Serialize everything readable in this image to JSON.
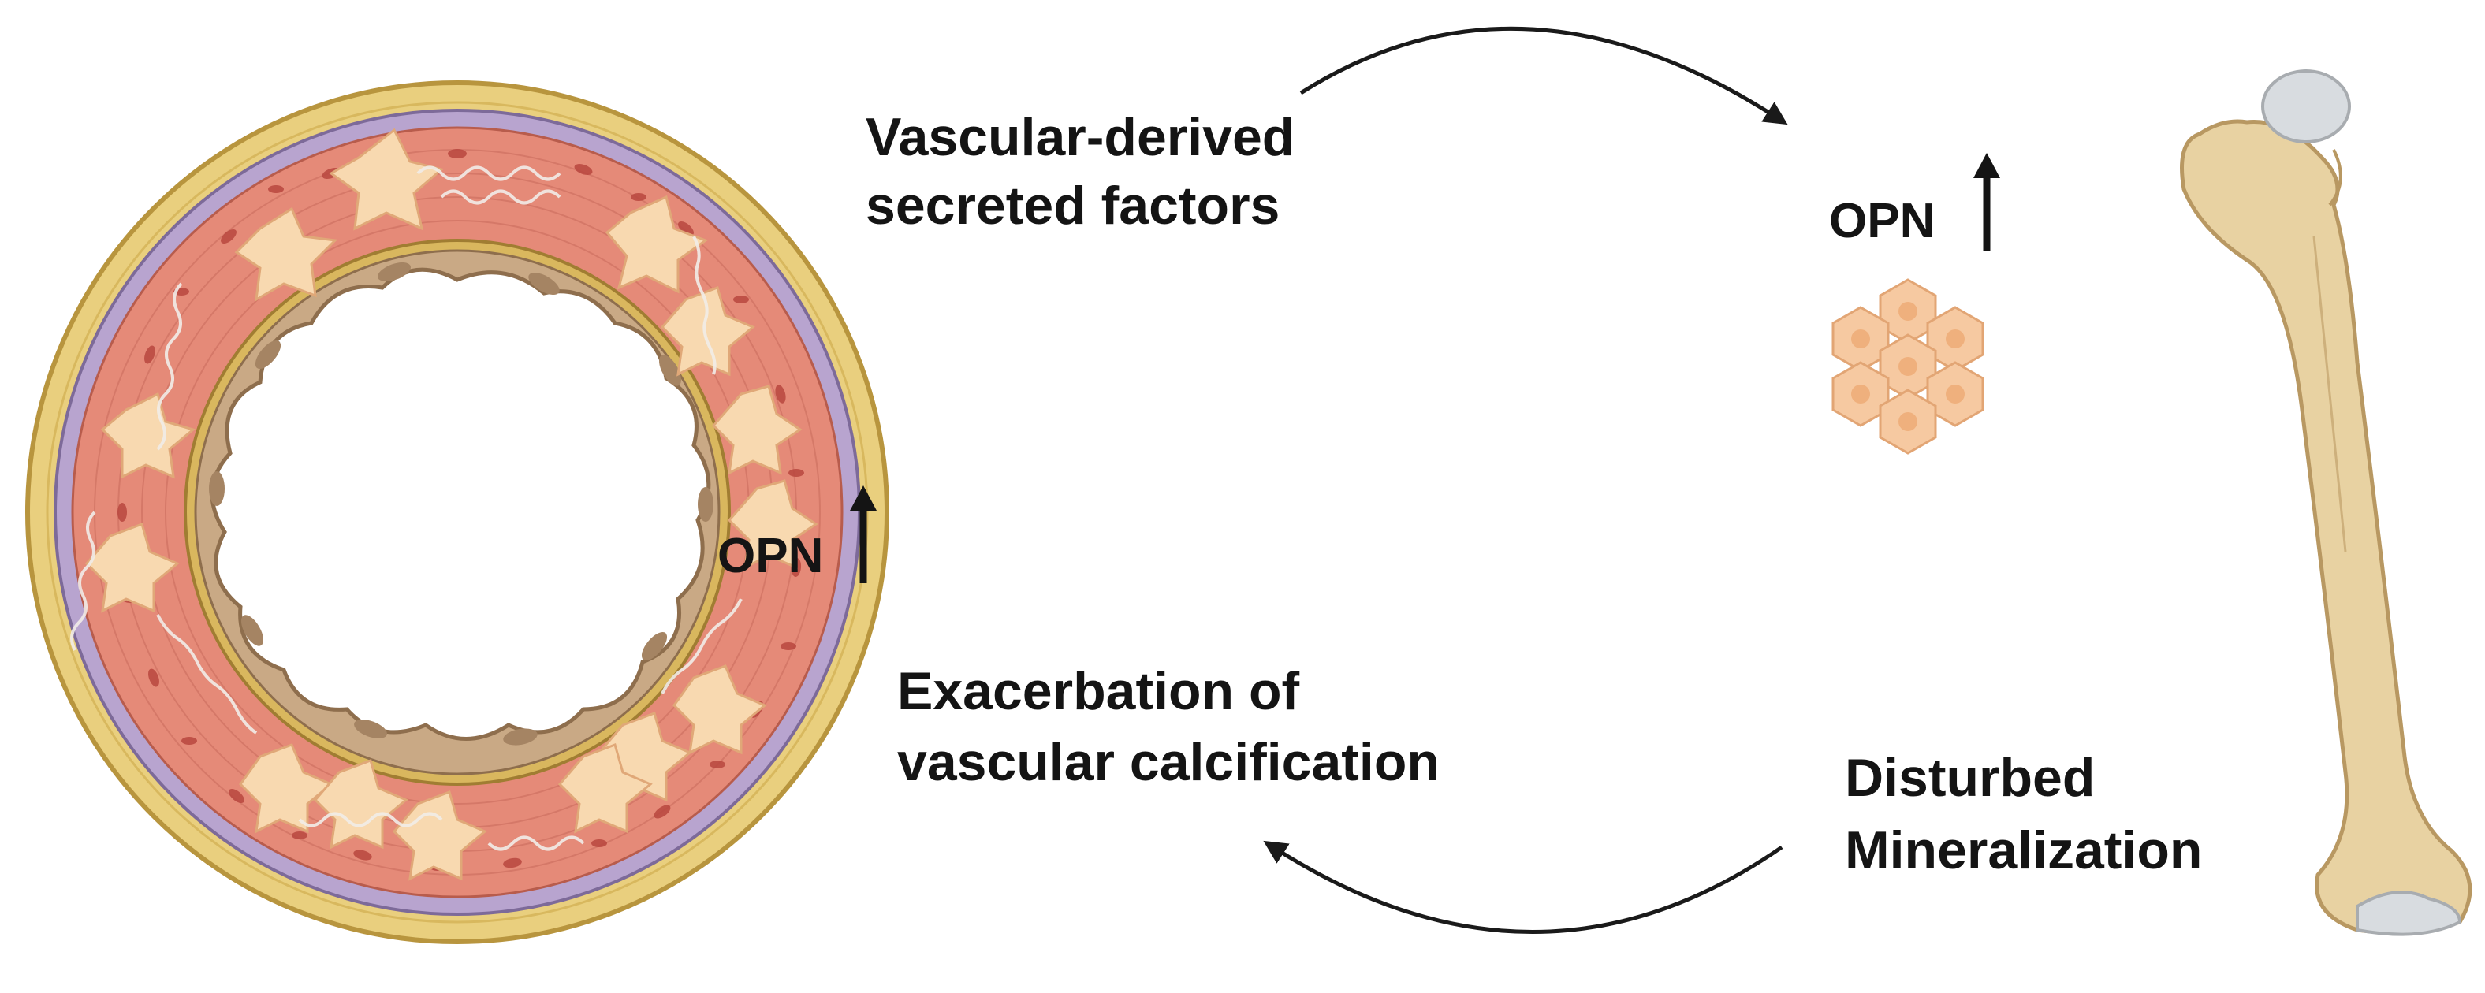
{
  "labels": {
    "top_line1": "Vascular-derived",
    "top_line2": "secreted factors",
    "bottom_line1": "Exacerbation of",
    "bottom_line2": "vascular calcification",
    "right_line1": "Disturbed",
    "right_line2": "Mineralization",
    "opn_vessel": "OPN",
    "opn_bone": "OPN"
  },
  "icons": {
    "vessel": "artery-cross-section-icon",
    "bone": "femur-bone-icon",
    "cells": "hexagonal-cell-cluster-icon",
    "arrow_top": "curved-arrow-right-icon",
    "arrow_bottom": "curved-arrow-left-icon",
    "up_arrow": "up-arrow-icon"
  },
  "colors": {
    "adventitia": "#e9cf7e",
    "elastic_lamina": "#b8a4cf",
    "media": "#e58a78",
    "smc": "#f8d9b0",
    "intima": "#c9a985",
    "bone": "#e8d2a2",
    "cartilage": "#d8dce0",
    "text": "#141414"
  }
}
